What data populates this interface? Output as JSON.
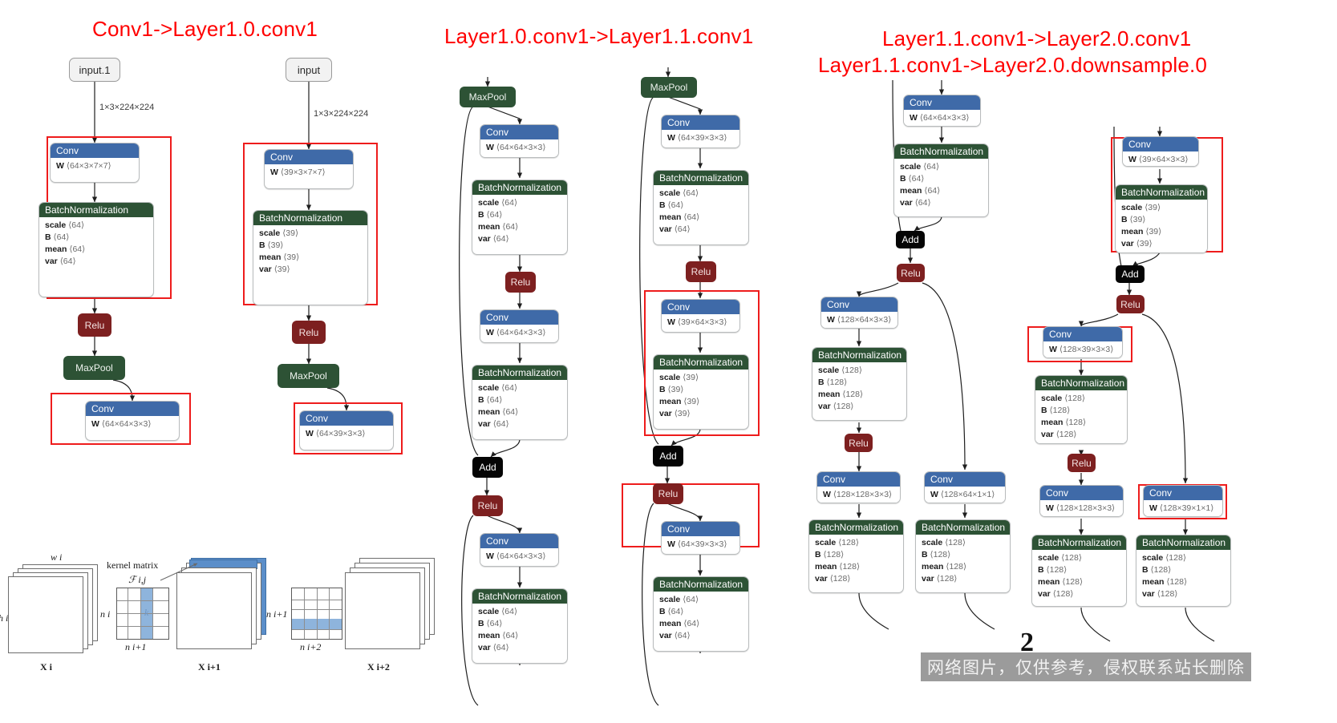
{
  "headings": [
    {
      "id": "h1",
      "text": "Conv1->Layer1.0.conv1"
    },
    {
      "id": "h2",
      "text": "Layer1.0.conv1->Layer1.1.conv1"
    },
    {
      "id": "h3a",
      "text": "Layer1.1.conv1->Layer2.0.conv1"
    },
    {
      "id": "h3b",
      "text": "Layer1.1.conv1->Layer2.0.downsample.0"
    }
  ],
  "labels": {
    "conv": "Conv",
    "batchnorm": "BatchNormalization",
    "relu": "Relu",
    "maxpool": "MaxPool",
    "add": "Add",
    "w": "W",
    "scale": "scale",
    "b": "B",
    "mean": "mean",
    "var": "var"
  },
  "colors": {
    "conv_header": "#3f6aa8",
    "bn_header": "#2d5235",
    "relu": "#7d2020",
    "maxpool": "#2d5235",
    "add": "#050505",
    "highlight": "#ee1c1c",
    "heading": "#ff0000"
  },
  "col1": {
    "left": {
      "input": "input.1",
      "edge_label": "1×3×224×224",
      "conv1_w": "⟨64×3×7×7⟩",
      "bn1": [
        "⟨64⟩",
        "⟨64⟩",
        "⟨64⟩",
        "⟨64⟩"
      ],
      "conv2_w": "⟨64×64×3×3⟩"
    },
    "right": {
      "input": "input",
      "edge_label": "1×3×224×224",
      "conv1_w": "⟨39×3×7×7⟩",
      "bn1": [
        "⟨39⟩",
        "⟨39⟩",
        "⟨39⟩",
        "⟨39⟩"
      ],
      "conv2_w": "⟨64×39×3×3⟩"
    }
  },
  "col2": {
    "left": {
      "convA_w": "⟨64×64×3×3⟩",
      "bnA": [
        "⟨64⟩",
        "⟨64⟩",
        "⟨64⟩",
        "⟨64⟩"
      ],
      "convB_w": "⟨64×64×3×3⟩",
      "bnB": [
        "⟨64⟩",
        "⟨64⟩",
        "⟨64⟩",
        "⟨64⟩"
      ],
      "convC_w": "⟨64×64×3×3⟩",
      "bnC": [
        "⟨64⟩",
        "⟨64⟩",
        "⟨64⟩",
        "⟨64⟩"
      ]
    },
    "right": {
      "convA_w": "⟨64×39×3×3⟩",
      "bnA": [
        "⟨64⟩",
        "⟨64⟩",
        "⟨64⟩",
        "⟨64⟩"
      ],
      "convB_w": "⟨39×64×3×3⟩",
      "bnB": [
        "⟨39⟩",
        "⟨39⟩",
        "⟨39⟩",
        "⟨39⟩"
      ],
      "convC_w": "⟨64×39×3×3⟩",
      "bnC": [
        "⟨64⟩",
        "⟨64⟩",
        "⟨64⟩",
        "⟨64⟩"
      ]
    }
  },
  "col3": {
    "left": {
      "convA_w": "⟨64×64×3×3⟩",
      "bnA": [
        "⟨64⟩",
        "⟨64⟩",
        "⟨64⟩",
        "⟨64⟩"
      ],
      "convB_w": "⟨128×64×3×3⟩",
      "bnB": [
        "⟨128⟩",
        "⟨128⟩",
        "⟨128⟩",
        "⟨128⟩"
      ],
      "convC_w": "⟨128×128×3×3⟩",
      "bnC": [
        "⟨128⟩",
        "⟨128⟩",
        "⟨128⟩",
        "⟨128⟩"
      ],
      "convD_w": "⟨128×64×1×1⟩",
      "bnD": [
        "⟨128⟩",
        "⟨128⟩",
        "⟨128⟩",
        "⟨128⟩"
      ]
    },
    "right": {
      "convA_w": "⟨39×64×3×3⟩",
      "bnA": [
        "⟨39⟩",
        "⟨39⟩",
        "⟨39⟩",
        "⟨39⟩"
      ],
      "convB_w": "⟨128×39×3×3⟩",
      "bnB": [
        "⟨128⟩",
        "⟨128⟩",
        "⟨128⟩",
        "⟨128⟩"
      ],
      "convC_w": "⟨128×128×3×3⟩",
      "bnC": [
        "⟨128⟩",
        "⟨128⟩",
        "⟨128⟩",
        "⟨128⟩"
      ],
      "convD_w": "⟨128×39×1×1⟩",
      "bnD": [
        "⟨128⟩",
        "⟨128⟩",
        "⟨128⟩",
        "⟨128⟩"
      ]
    }
  },
  "kernel_figure": {
    "title": "kernel matrix",
    "f_label": "ℱ i,j",
    "h_label": "h i",
    "w_label": "w i",
    "ni": "n i",
    "ni1_a": "n i+1",
    "ni1_b": "n i+1",
    "ni2": "n i+2",
    "x_i": "X i",
    "x_i1": "X i+1",
    "x_i2": "X i+2",
    "k_label": "k"
  },
  "footer": {
    "page_number": "2",
    "watermark": "网络图片，仅供参考，侵权联系站长删除"
  }
}
